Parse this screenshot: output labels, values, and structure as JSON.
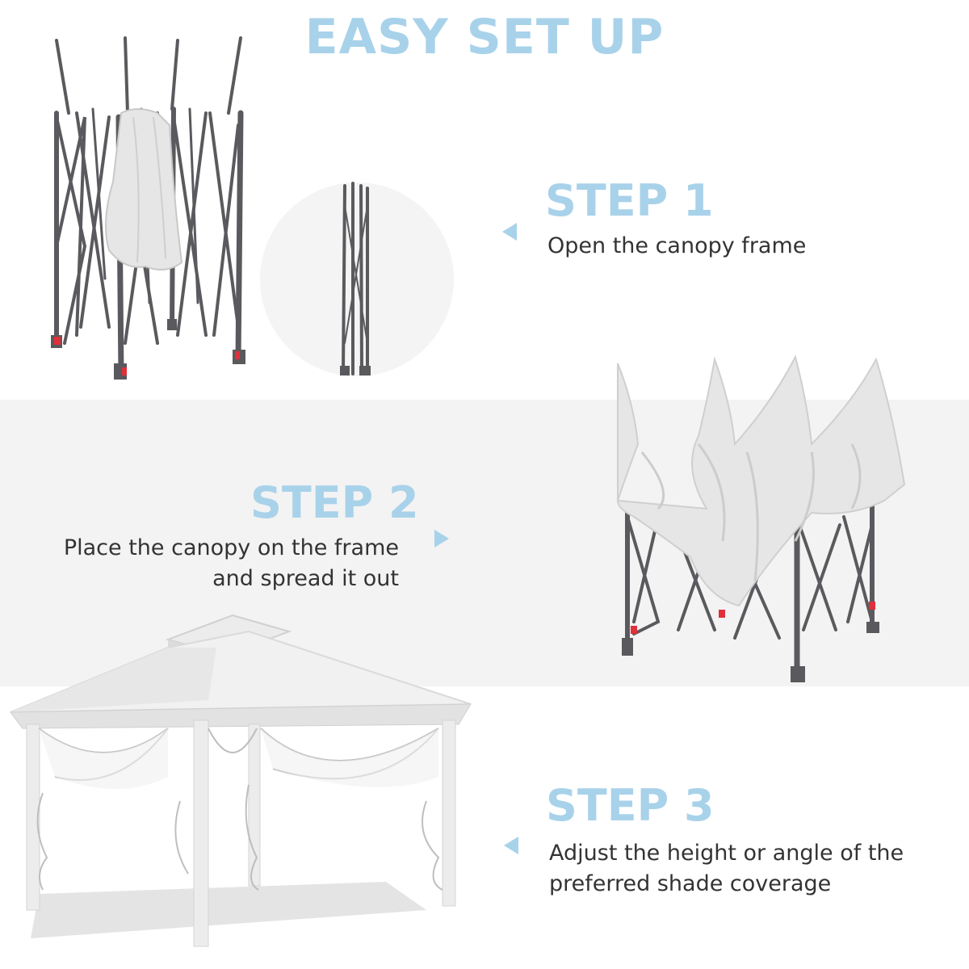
{
  "title": "EASY SET UP",
  "steps": [
    {
      "heading": "STEP 1",
      "lines": [
        "Open the canopy frame"
      ]
    },
    {
      "heading": "STEP 2",
      "lines": [
        "Place the canopy on the frame",
        "and spread it out"
      ]
    },
    {
      "heading": "STEP 3",
      "lines": [
        "Adjust the height or angle of the",
        "preferred shade coverage"
      ]
    }
  ],
  "colors": {
    "accent": "#a8d2ea",
    "text": "#333333",
    "band": "#f3f3f3",
    "frame": "#5a5a5e",
    "canopy": "#e6e6e6",
    "foot_red": "#e0303a"
  },
  "icons": [
    "arrow-left-icon",
    "arrow-right-icon"
  ]
}
